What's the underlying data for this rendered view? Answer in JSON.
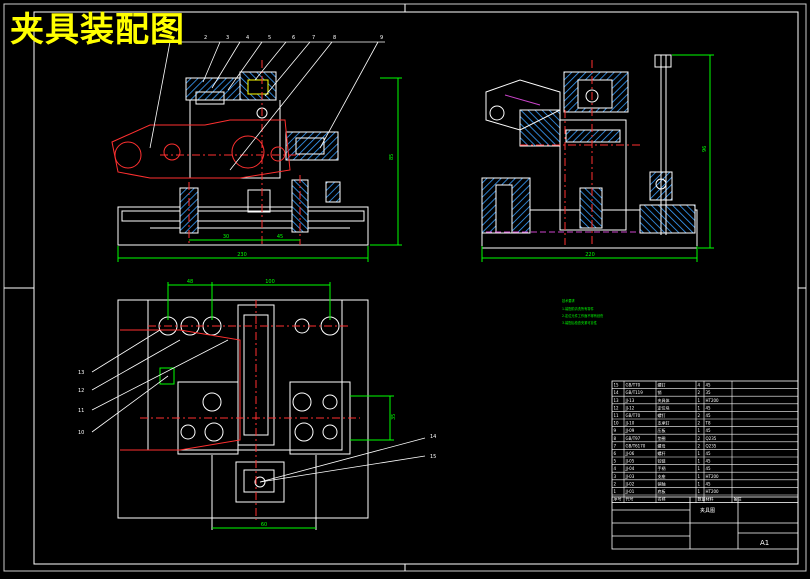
{
  "title": "夹具装配图",
  "balloons": [
    "2",
    "3",
    "4",
    "5",
    "6",
    "7",
    "8",
    "9",
    "10",
    "11",
    "12",
    "13",
    "14",
    "15"
  ],
  "dims": {
    "front_height": "85",
    "front_width": "230",
    "front_sub_a": "30",
    "front_sub_b": "45",
    "side_height": "96",
    "side_width": "220",
    "top_a": "48",
    "top_b": "100",
    "top_right": "35",
    "top_bottom": "60"
  },
  "notes": [
    "技术要求",
    "1.装配前清洗所有零件",
    "2.定位元件工作面不得有划伤",
    "3.装配后检查夹紧可靠性"
  ],
  "title_block": {
    "name": "夹具图",
    "sheet": "A1",
    "header": [
      "序号",
      "代号",
      "名称",
      "数量",
      "材料",
      "备注"
    ]
  },
  "bom": [
    [
      "15",
      "GB/T70",
      "螺钉",
      "4",
      "45",
      ""
    ],
    [
      "14",
      "GB/T119",
      "销",
      "2",
      "35",
      ""
    ],
    [
      "13",
      "JJ-13",
      "夹具体",
      "1",
      "HT200",
      ""
    ],
    [
      "12",
      "JJ-12",
      "定位块",
      "1",
      "45",
      ""
    ],
    [
      "11",
      "GB/T70",
      "螺钉",
      "2",
      "45",
      ""
    ],
    [
      "10",
      "JJ-10",
      "支承钉",
      "2",
      "T8",
      ""
    ],
    [
      "9",
      "JJ-09",
      "压板",
      "1",
      "45",
      ""
    ],
    [
      "8",
      "GB/T97",
      "垫圈",
      "2",
      "Q235",
      ""
    ],
    [
      "7",
      "GB/T6170",
      "螺母",
      "2",
      "Q235",
      ""
    ],
    [
      "6",
      "JJ-06",
      "螺杆",
      "1",
      "45",
      ""
    ],
    [
      "5",
      "JJ-05",
      "铰链",
      "1",
      "45",
      ""
    ],
    [
      "4",
      "JJ-04",
      "手柄",
      "1",
      "45",
      ""
    ],
    [
      "3",
      "JJ-03",
      "支座",
      "1",
      "HT200",
      ""
    ],
    [
      "2",
      "JJ-02",
      "销轴",
      "1",
      "45",
      ""
    ],
    [
      "1",
      "JJ-01",
      "底板",
      "1",
      "HT200",
      ""
    ]
  ]
}
